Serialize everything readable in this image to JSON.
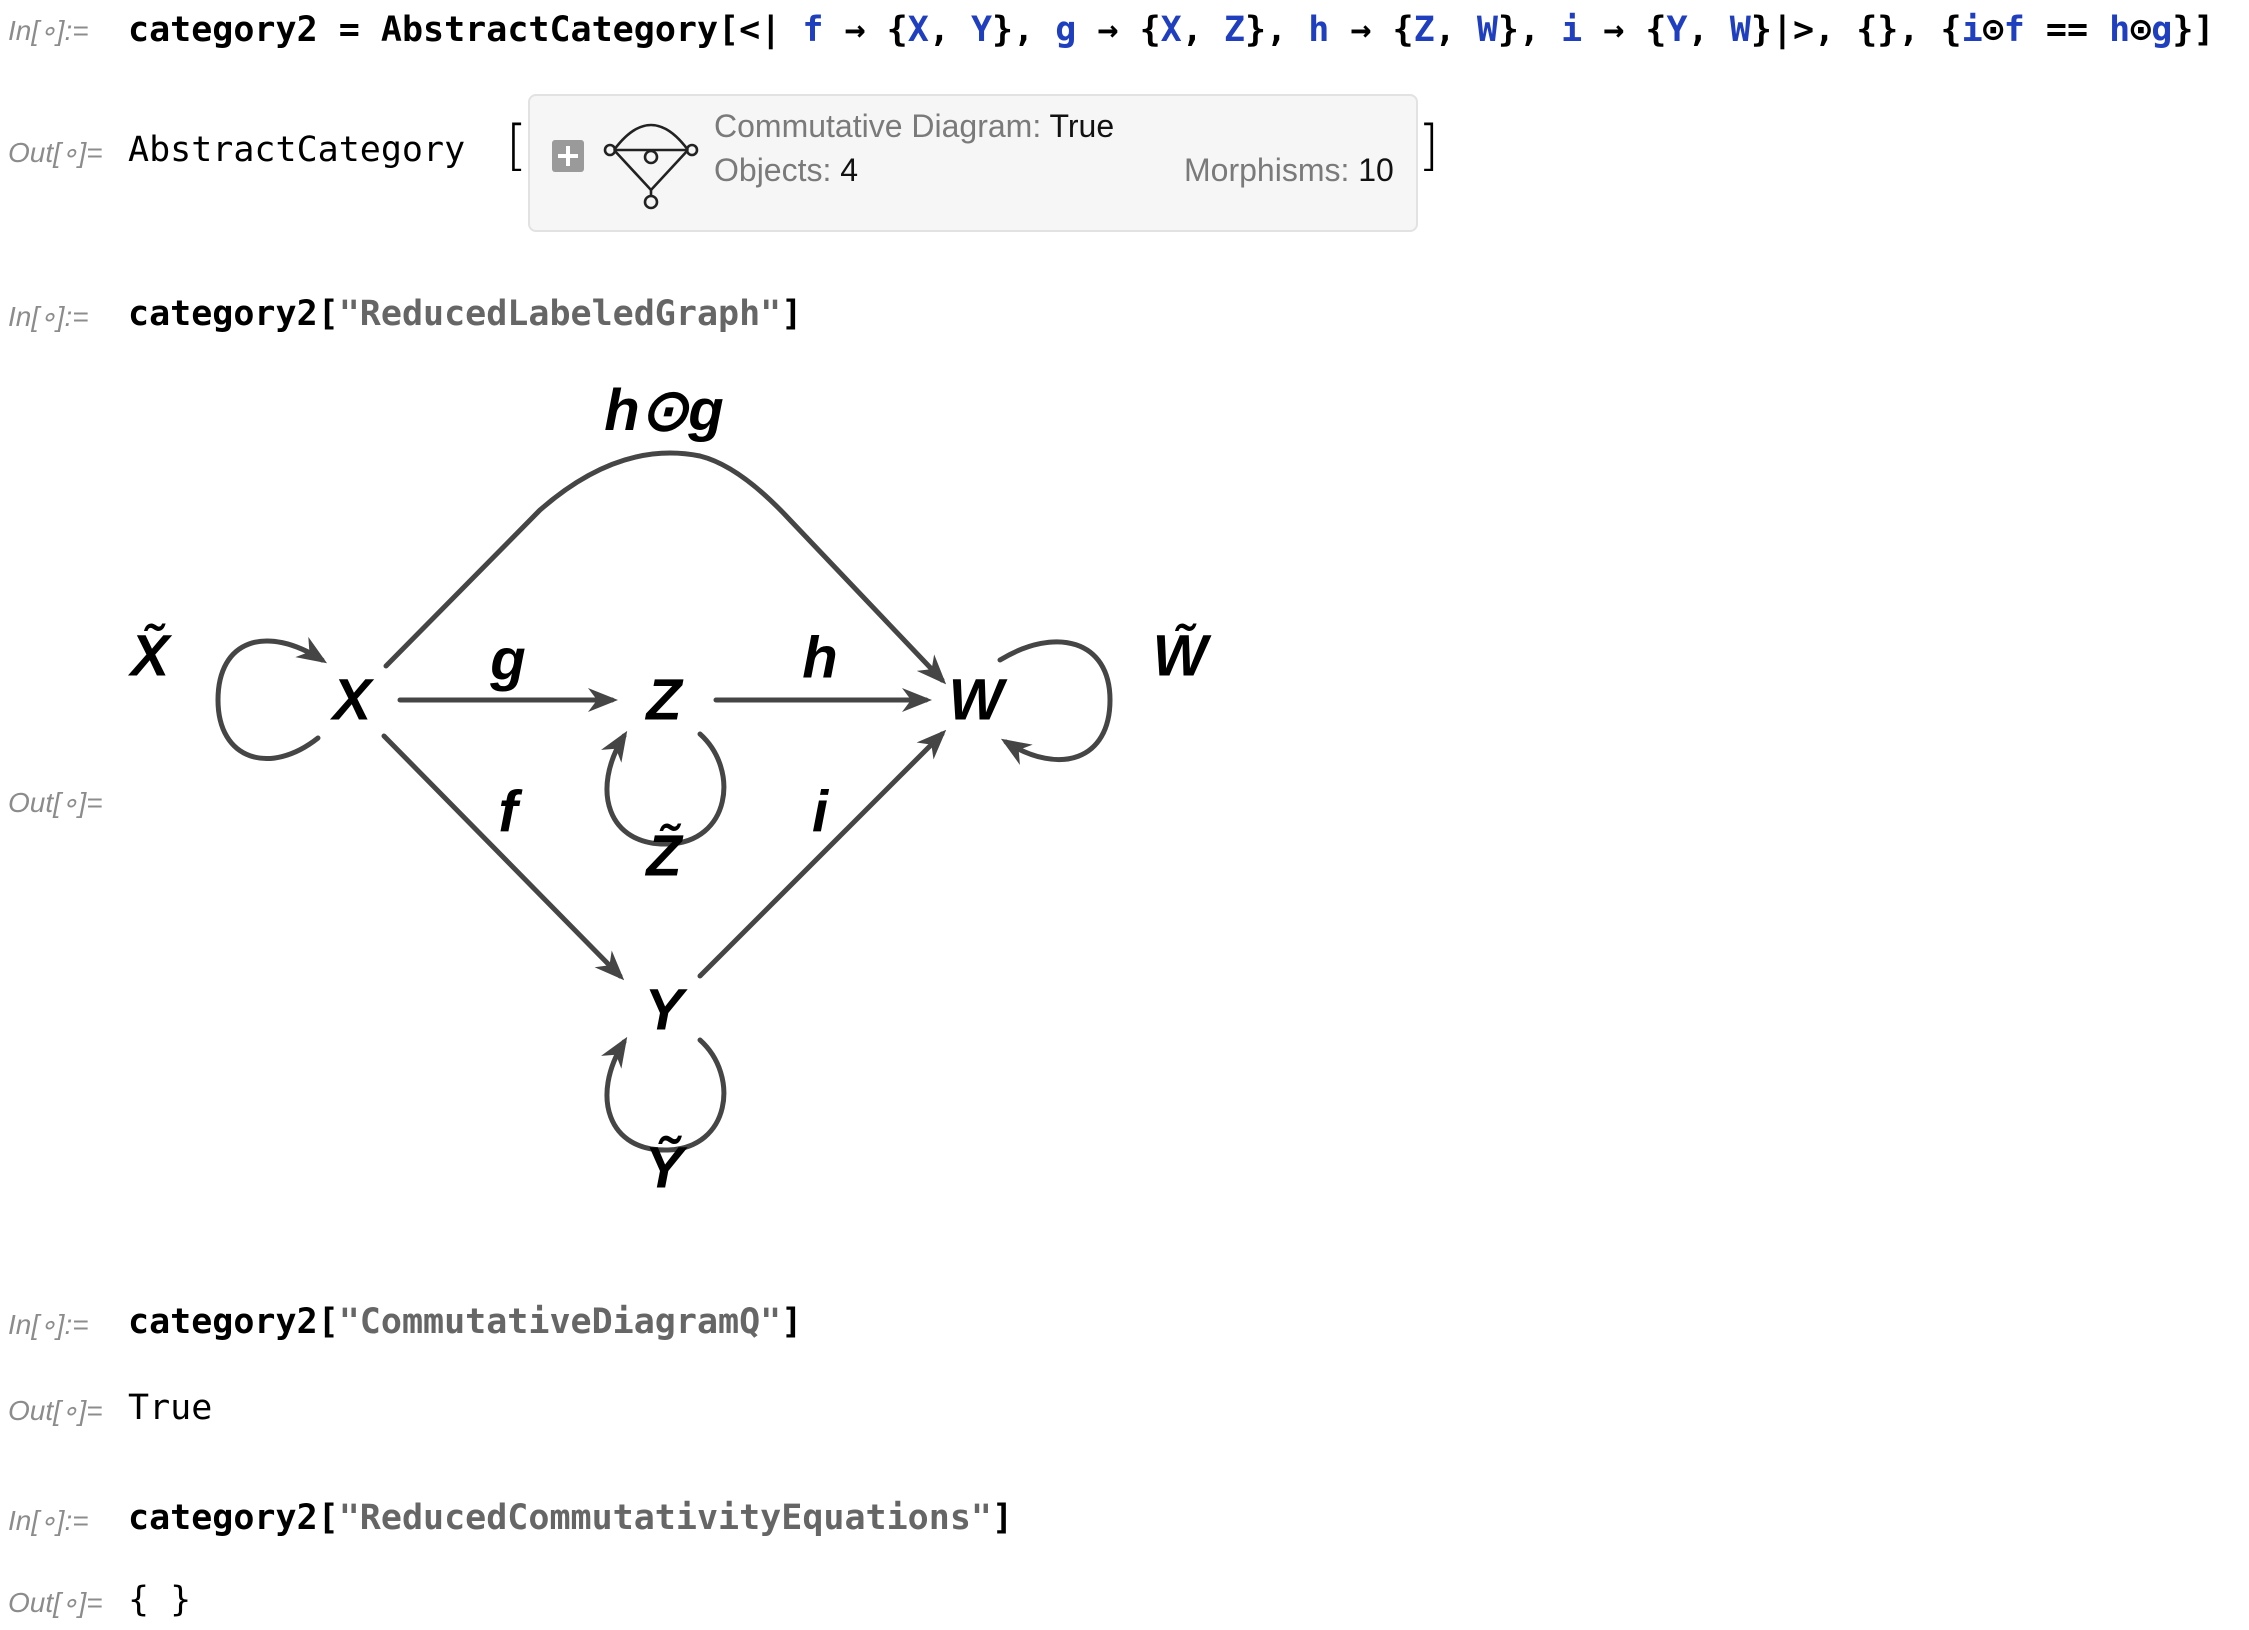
{
  "cells": [
    {
      "in_label": "In[∘]:=",
      "code": {
        "lhs": "category2",
        "eq": "=",
        "fn": "AbstractCategory",
        "open": "[<|",
        "rules": [
          {
            "name": "f",
            "arrow": "→",
            "src": "X",
            "dst": "Y"
          },
          {
            "name": "g",
            "arrow": "→",
            "src": "X",
            "dst": "Z"
          },
          {
            "name": "h",
            "arrow": "→",
            "src": "Z",
            "dst": "W"
          },
          {
            "name": "i",
            "arrow": "→",
            "src": "Y",
            "dst": "W"
          }
        ],
        "close": "|>",
        "empty": "{}",
        "equation": {
          "l1": "i",
          "op": "⊙",
          "l2": "f",
          "eq": "==",
          "r1": "h",
          "r2": "g"
        }
      },
      "out_label": "Out[∘]=",
      "output": {
        "head": "AbstractCategory",
        "summary": {
          "commutative_label": "Commutative Diagram:",
          "commutative_value": "True",
          "objects_label": "Objects:",
          "objects_value": "4",
          "morphisms_label": "Morphisms:",
          "morphisms_value": "10"
        }
      }
    },
    {
      "in_label": "In[∘]:=",
      "code": {
        "obj": "category2",
        "prop": "\"ReducedLabeledGraph\""
      },
      "out_label": "Out[∘]="
    },
    {
      "in_label": "In[∘]:=",
      "code": {
        "obj": "category2",
        "prop": "\"CommutativeDiagramQ\""
      },
      "out_label": "Out[∘]=",
      "output": "True"
    },
    {
      "in_label": "In[∘]:=",
      "code": {
        "obj": "category2",
        "prop": "\"ReducedCommutativityEquations\""
      },
      "out_label": "Out[∘]=",
      "output": "{ }"
    }
  ],
  "graph": {
    "nodes": {
      "X": "X",
      "Z": "Z",
      "W": "W",
      "Y": "Y"
    },
    "loops": {
      "X": "X̃",
      "Z": "Z̃",
      "W": "W̃",
      "Y": "Ỹ"
    },
    "edges": {
      "g": "g",
      "h": "h",
      "f": "f",
      "i": "i",
      "hg": "h⊙g"
    },
    "edge_color": "#454545"
  }
}
